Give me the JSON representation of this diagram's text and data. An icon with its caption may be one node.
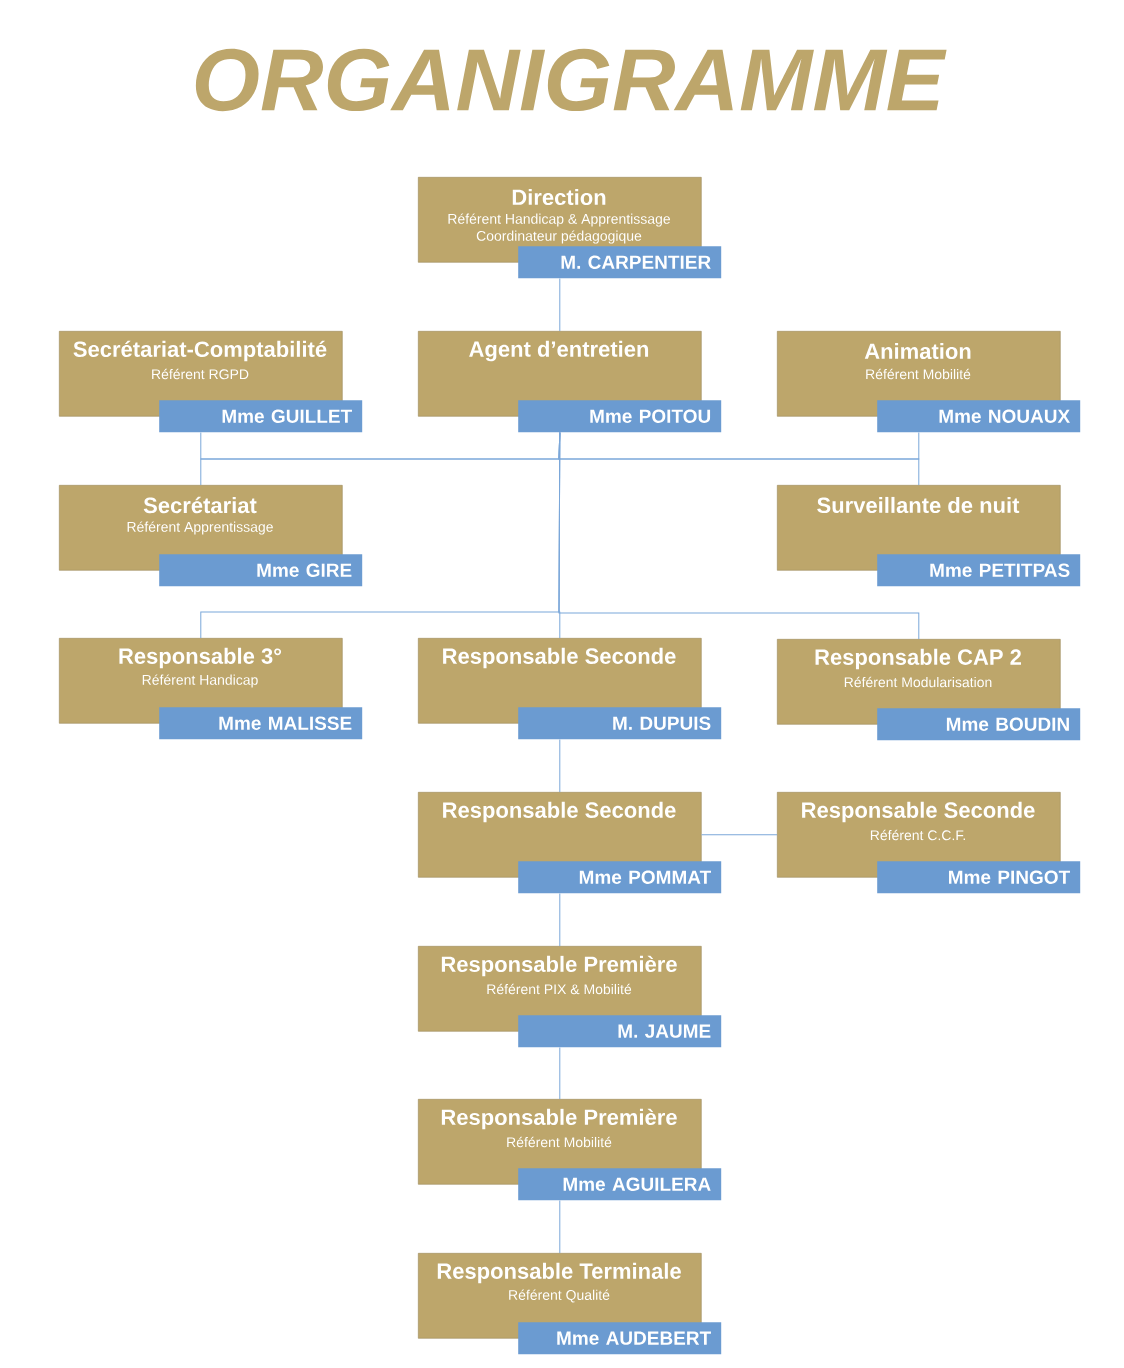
{
  "diagram": {
    "title": "ORGANIGRAMME",
    "nodes": [
      {
        "text": [
          "Direction",
          "Référent Handicap & Apprentissage",
          "Coordinateur pédagogique",
          "M. CARPENTIER"
        ]
      },
      {
        "text": [
          "Secrétariat-Comptabilité",
          "Référent RGPD",
          "Mme GUILLET"
        ]
      },
      {
        "text": [
          "Agent d’entretien",
          "Mme POITOU"
        ]
      },
      {
        "text": [
          "Animation",
          "Référent Mobilité",
          "Mme NOUAUX"
        ]
      },
      {
        "text": [
          "Secrétariat",
          "Référent Apprentissage",
          "Mme GIRE"
        ]
      },
      {
        "text": [
          "Surveillante de nuit",
          "Mme PETITPAS"
        ]
      },
      {
        "text": [
          "Responsable 3°",
          "Référent Handicap",
          "Mme MALISSE"
        ]
      },
      {
        "text": [
          "Responsable Seconde",
          "M. DUPUIS"
        ]
      },
      {
        "text": [
          "Responsable CAP 2",
          "Référent Modularisation",
          "Mme BOUDIN"
        ]
      },
      {
        "text": [
          "Responsable Seconde",
          "Mme POMMAT"
        ]
      },
      {
        "text": [
          "Responsable Seconde",
          "Référent C.C.F.",
          "Mme PINGOT"
        ]
      },
      {
        "text": [
          "Responsable Première",
          "Référent PIX & Mobilité",
          "M. JAUME"
        ]
      },
      {
        "text": [
          "Responsable Première",
          "Référent Mobilité",
          "Mme AGUILERA"
        ]
      },
      {
        "text": [
          "Responsable Terminale",
          "Référent Qualité",
          "Mme AUDEBERT"
        ]
      }
    ],
    "edges": [
      {
        "from": 0,
        "to": 2,
        "arrow": "none"
      },
      {
        "from": 2,
        "to": 1,
        "arrow": "none"
      },
      {
        "from": 2,
        "to": 3,
        "arrow": "none"
      },
      {
        "from": 2,
        "to": 4,
        "arrow": "none"
      },
      {
        "from": 2,
        "to": 5,
        "arrow": "none"
      },
      {
        "from": 2,
        "to": 6,
        "arrow": "none"
      },
      {
        "from": 2,
        "to": 7,
        "arrow": "none"
      },
      {
        "from": 2,
        "to": 8,
        "arrow": "none"
      },
      {
        "from": 7,
        "to": 9,
        "arrow": "none"
      },
      {
        "from": 9,
        "to": 10,
        "arrow": "none"
      },
      {
        "from": 9,
        "to": 11,
        "arrow": "none"
      },
      {
        "from": 11,
        "to": 12,
        "arrow": "none"
      },
      {
        "from": 12,
        "to": 13,
        "arrow": "none"
      }
    ]
  }
}
